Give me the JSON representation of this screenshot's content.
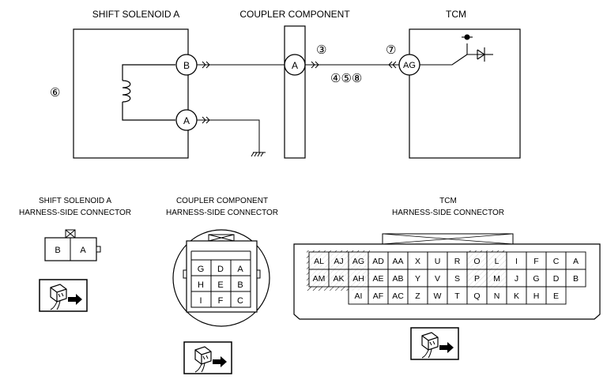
{
  "top": {
    "shift_solenoid_title": "SHIFT SOLENOID A",
    "coupler_title": "COUPLER COMPONENT",
    "tcm_title": "TCM",
    "pin_b": "B",
    "pin_a_solenoid": "A",
    "pin_a_coupler": "A",
    "pin_ag": "AG",
    "marker_6": "⑥",
    "marker_3": "③",
    "marker_7": "⑦",
    "marker_458": "④⑤⑧"
  },
  "bottom": {
    "solenoid_connector_title_1": "SHIFT SOLENOID A",
    "solenoid_connector_title_2": "HARNESS-SIDE CONNECTOR",
    "coupler_connector_title_1": "COUPLER COMPONENT",
    "coupler_connector_title_2": "HARNESS-SIDE CONNECTOR",
    "tcm_connector_title_1": "TCM",
    "tcm_connector_title_2": "HARNESS-SIDE CONNECTOR",
    "solenoid_pins": [
      "B",
      "A"
    ],
    "coupler_pins": [
      [
        "G",
        "D",
        "A"
      ],
      [
        "H",
        "E",
        "B"
      ],
      [
        "I",
        "F",
        "C"
      ]
    ],
    "tcm_rows": [
      [
        "AL",
        "AJ",
        "AG",
        "AD",
        "AA",
        "X",
        "U",
        "R",
        "O",
        "L",
        "I",
        "F",
        "C",
        "A"
      ],
      [
        "AM",
        "AK",
        "AH",
        "AE",
        "AB",
        "Y",
        "V",
        "S",
        "P",
        "M",
        "J",
        "G",
        "D",
        "B"
      ],
      [
        "AI",
        "AF",
        "AC",
        "Z",
        "W",
        "T",
        "Q",
        "N",
        "K",
        "H",
        "E"
      ]
    ]
  },
  "icons": [
    "plug-insert-icon",
    "ground-icon",
    "coil-icon",
    "transistor-icon"
  ]
}
